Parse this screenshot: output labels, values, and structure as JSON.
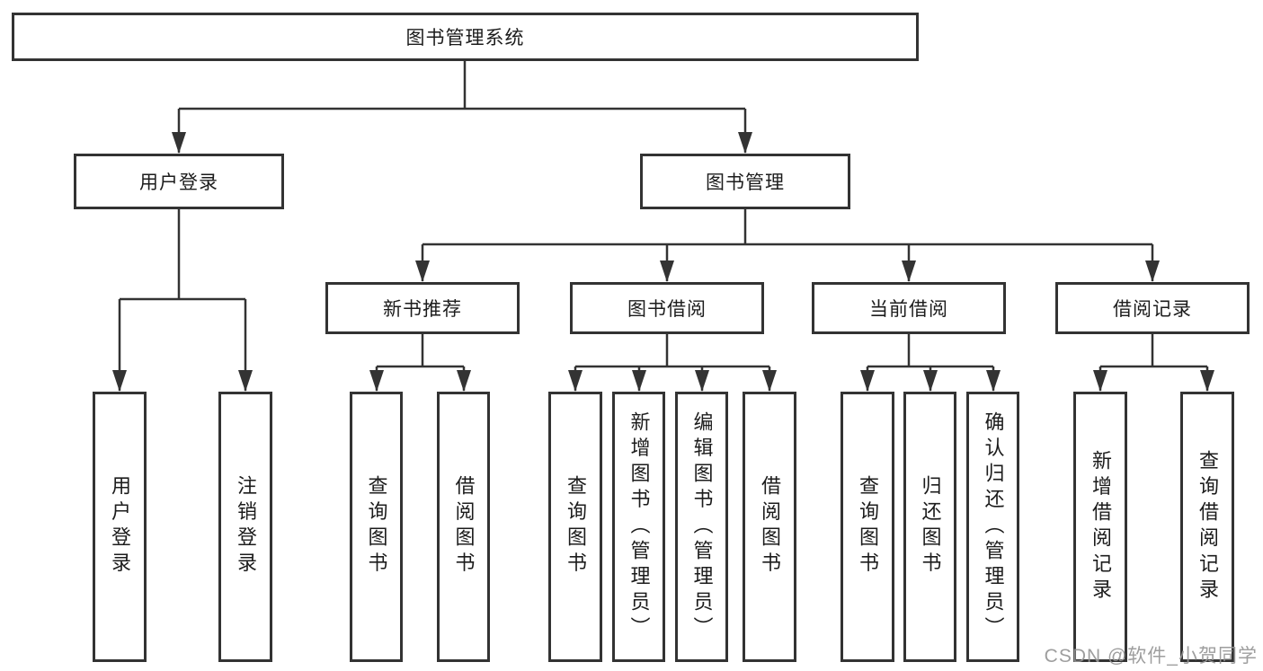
{
  "diagram": {
    "title": "图书管理系统",
    "watermark": "CSDN @软件_小贺同学",
    "colors": {
      "line": "#333333",
      "box_border": "#333333",
      "text": "#1c1c1c",
      "background": "#ffffff",
      "watermark": "#969696"
    },
    "tree": {
      "root": "图书管理系统",
      "branches": [
        {
          "label": "用户登录",
          "leaves": [
            "用户登录",
            "注销登录"
          ]
        },
        {
          "label": "图书管理",
          "sections": [
            {
              "label": "新书推荐",
              "leaves": [
                "查询图书",
                "借阅图书"
              ]
            },
            {
              "label": "图书借阅",
              "leaves": [
                "查询图书",
                "新增图书（管理员）",
                "编辑图书（管理员）",
                "借阅图书"
              ]
            },
            {
              "label": "当前借阅",
              "leaves": [
                "查询图书",
                "归还图书",
                "确认归还（管理员）"
              ]
            },
            {
              "label": "借阅记录",
              "leaves": [
                "新增借阅记录",
                "查询借阅记录"
              ]
            }
          ]
        }
      ]
    }
  }
}
